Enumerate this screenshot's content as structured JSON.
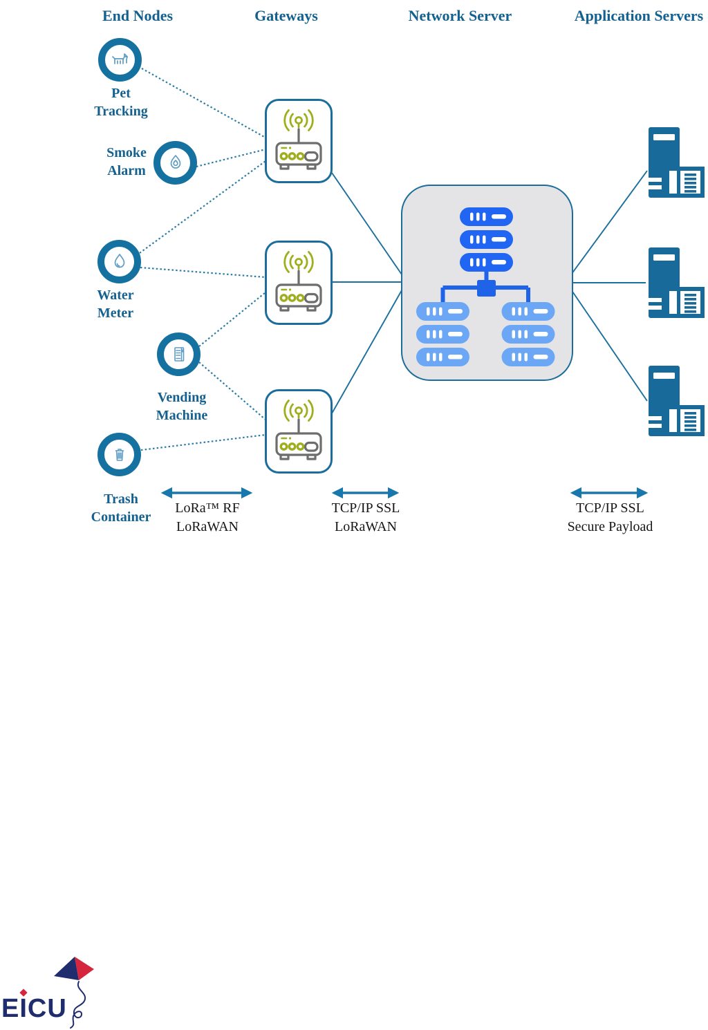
{
  "headers": {
    "end_nodes": "End Nodes",
    "gateways": "Gateways",
    "network_server": "Network Server",
    "application_servers": "Application Servers"
  },
  "end_nodes": [
    {
      "label": "Pet\nTracking",
      "icon": "dog-icon"
    },
    {
      "label": "Smoke\nAlarm",
      "icon": "flame-icon"
    },
    {
      "label": "Water\nMeter",
      "icon": "water-drop-icon"
    },
    {
      "label": "Vending\nMachine",
      "icon": "vending-machine-icon"
    },
    {
      "label": "Trash\nContainer",
      "icon": "trash-bin-icon"
    }
  ],
  "gateways": {
    "count": 3,
    "icon": "wireless-router-icon"
  },
  "network_server": {
    "icon": "server-cluster-icon",
    "top_servers": 3,
    "left_servers": 3,
    "right_servers": 3
  },
  "application_servers": {
    "count": 3,
    "icon": "server-tower-icon"
  },
  "protocol_links": [
    {
      "label": "LoRa™ RF\nLoRaWAN"
    },
    {
      "label": "TCP/IP SSL\nLoRaWAN"
    },
    {
      "label": "TCP/IP SSL\nSecure Payload"
    }
  ],
  "logo": {
    "text": "EICU",
    "icon": "kite-icon"
  },
  "colors": {
    "heading_blue": "#14618f",
    "ring_teal": "#1471a0",
    "icon_stroke": "#5e9cc3",
    "gateway_border": "#1b6d9c",
    "router_gray": "#6d6d6d",
    "router_olive": "#9fae1c",
    "network_box_fill": "#e4e4e6",
    "server_dark_blue": "#2166f3",
    "server_light_blue": "#6ca7f6",
    "connector_blue": "#1f63e8",
    "app_server_teal": "#176a99",
    "line_teal": "#1a6f9e",
    "arrow_blue": "#1878ad",
    "label_black": "#161616",
    "logo_navy": "#1f2d6e",
    "logo_red": "#d6263e"
  }
}
